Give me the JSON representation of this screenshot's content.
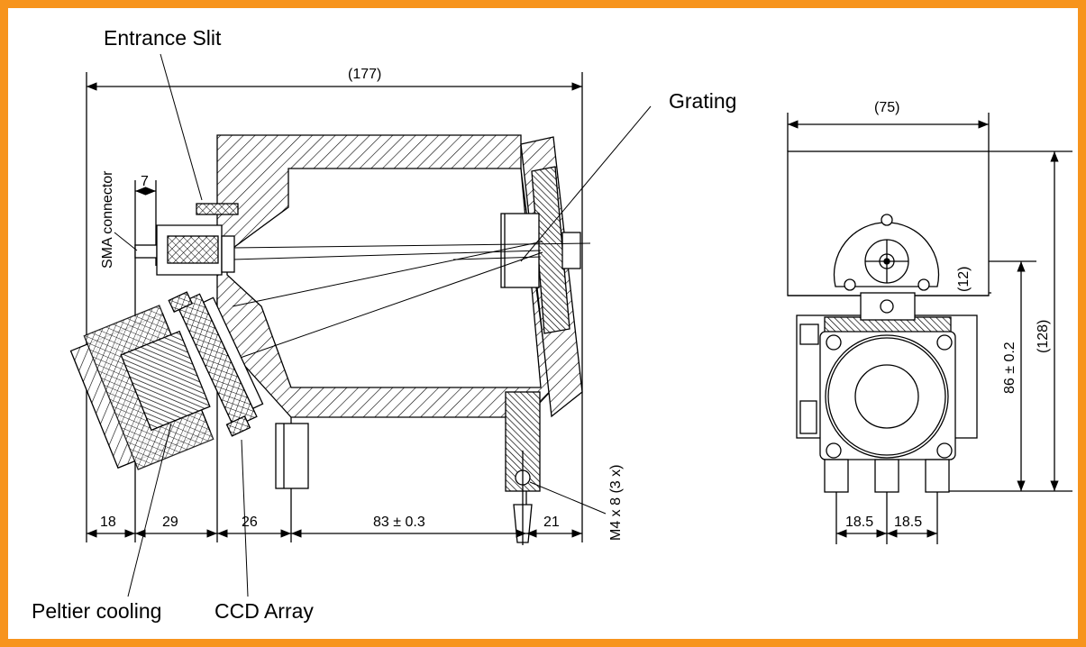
{
  "colors": {
    "frame": "#f7941d",
    "ink": "#000000",
    "paper": "#ffffff"
  },
  "labels": {
    "entrance_slit": "Entrance Slit",
    "grating": "Grating",
    "sma_connector": "SMA connector",
    "peltier_cooling": "Peltier cooling",
    "ccd_array": "CCD Array"
  },
  "dimensions": {
    "overall_length": "(177)",
    "sma_offset": "7",
    "seg_18": "18",
    "seg_29": "29",
    "seg_26": "26",
    "seg_83": "83 ± 0.3",
    "seg_21": "21",
    "screw_spec": "M4 x 8 (3 x)",
    "width_75": "(75)",
    "height_128": "(128)",
    "height_86": "86 ± 0.2",
    "offset_12": "(12)",
    "foot_spacing_1": "18.5",
    "foot_spacing_2": "18.5"
  }
}
